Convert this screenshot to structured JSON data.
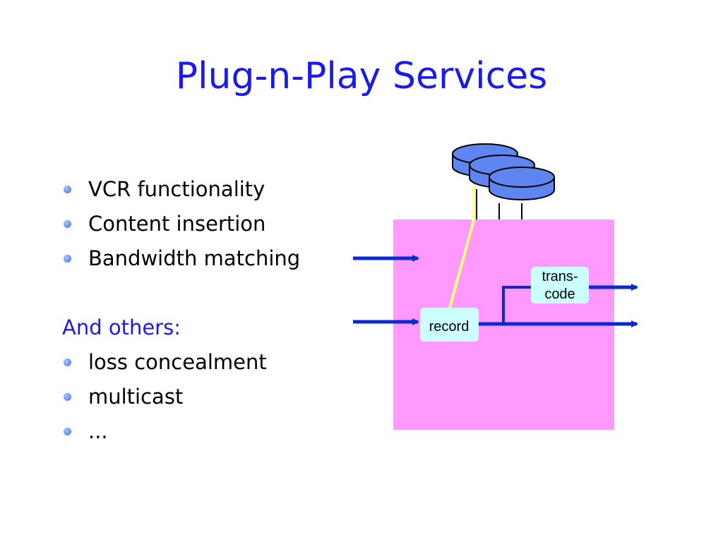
{
  "slide": {
    "title": "Plug-n-Play Services"
  },
  "bullets": {
    "top_items": [
      "VCR functionality",
      "Content insertion",
      "Bandwidth matching"
    ],
    "subheading": "And others:",
    "more_items": [
      "loss concealment",
      "multicast",
      "..."
    ]
  },
  "diagram": {
    "record_label": "record",
    "transcode_label_line1": "trans-",
    "transcode_label_line2": "code"
  },
  "colors": {
    "title": "#1a1aef",
    "host_box": "#ff99ff",
    "component_box": "#ccffff",
    "arrow": "#0a2ad0",
    "disk": "#5f86f0",
    "yellow_link": "#ffff80"
  }
}
